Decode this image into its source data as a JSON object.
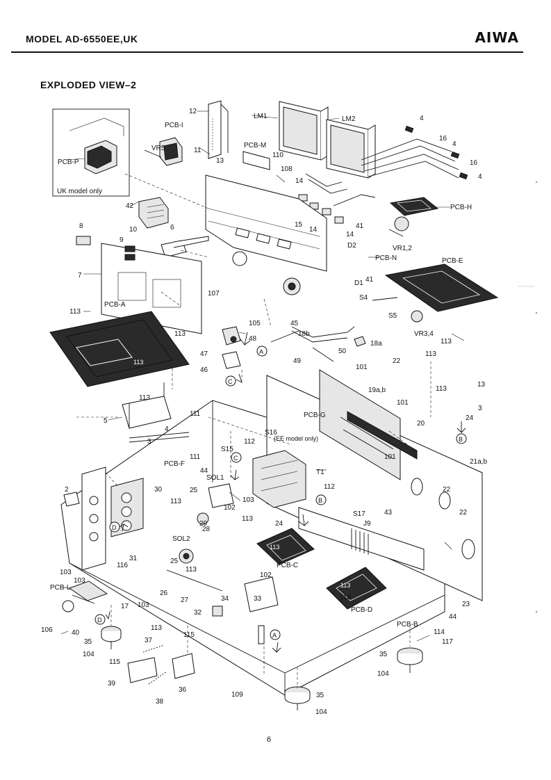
{
  "header": {
    "model": "MODEL AD-6550EE,UK",
    "brand": "AIWA"
  },
  "section_title": "EXPLODED VIEW–2",
  "page_number": "6",
  "inset": {
    "part_label": "PCB-P",
    "caption": "UK model only"
  },
  "labels": {
    "pcb_i": "PCB-I",
    "vr5": "VR5",
    "n12": "12",
    "n11": "11",
    "pcb_m": "PCB-M",
    "n110a": "110",
    "n13a": "13",
    "n108": "108",
    "lm1": "LM1",
    "lm2": "LM2",
    "n4a": "4",
    "n16a": "16",
    "n4b": "4",
    "n16b": "16",
    "n4c": "4",
    "n14a": "14",
    "n14b": "14",
    "n14c": "14",
    "n15": "15",
    "n42": "42",
    "pcb_h": "PCB-H",
    "n8": "8",
    "n10": "10",
    "n9": "9",
    "n6": "6",
    "n41a": "41",
    "d2": "D2",
    "vr12": "VR1,2",
    "pcb_n": "PCB-N",
    "d1": "D1",
    "n41b": "41",
    "pcb_e": "PCB-E",
    "n7": "7",
    "n107": "107",
    "s4": "S4",
    "n113a": "113",
    "pcb_a": "PCB-A",
    "n105": "105",
    "n45": "45",
    "s5": "S5",
    "vr34": "VR3,4",
    "n113b": "113",
    "n113c": "113",
    "n48": "48",
    "n18b": "18b",
    "n18a": "18a",
    "callout_a1": "A",
    "n47": "47",
    "n49": "49",
    "n50": "50",
    "n113d": "113",
    "n46": "46",
    "n101a": "101",
    "n22a": "22",
    "callout_c1": "C",
    "n19ab": "19a,b",
    "n101b": "101",
    "n113e": "113",
    "n13b": "13",
    "n5": "5",
    "n113f": "113",
    "n111a": "111",
    "n4d": "4",
    "s16": "S16",
    "ee_note": "(EE model only)",
    "pcb_g": "PCB-G",
    "n20": "20",
    "n3a": "3",
    "n24a": "24",
    "callout_b1": "B",
    "n3b": "3",
    "n112a": "112",
    "s15": "S15",
    "n111b": "111",
    "n101c": "101",
    "pcb_f": "PCB-F",
    "n44a": "44",
    "callout_c2": "C",
    "t1": "T1",
    "n21ab": "21a,b",
    "sol1": "SOL1",
    "n2": "2",
    "n30": "30",
    "n113g": "113",
    "n25a": "25",
    "n103a": "103",
    "n112b": "112",
    "callout_b2": "B",
    "n22b": "22",
    "n102a": "102",
    "n113h": "113",
    "n22c": "22",
    "s17": "S17",
    "n43": "43",
    "callout_d1": "D",
    "n29": "29",
    "n28": "28",
    "n24b": "24",
    "j9": "J9",
    "sol2": "SOL2",
    "n31": "31",
    "n116": "116",
    "n25b": "25",
    "n113i": "113",
    "n103b": "103",
    "n102b": "102",
    "pcb_c": "PCB-C",
    "n103c": "103",
    "n26": "26",
    "pcb_l": "PCB-L",
    "n27": "27",
    "n34": "34",
    "n33": "33",
    "n113j": "113",
    "n23": "23",
    "n17": "17",
    "n103d": "103",
    "pcb_d": "PCB-D",
    "n44b": "44",
    "callout_d2": "D",
    "n106": "106",
    "n40": "40",
    "n32": "32",
    "pcb_b": "PCB-B",
    "n113k": "113",
    "n114": "114",
    "n117": "117",
    "n35a": "35",
    "n115a": "115",
    "n37": "37",
    "callout_a2": "A",
    "n104a": "104",
    "n115b": "115",
    "n35b": "35",
    "n39": "39",
    "n36": "36",
    "n104b": "104",
    "n38": "38",
    "n109": "109",
    "n35c": "35",
    "n104c": "104",
    "n113_pcb": "113",
    "n113_pcbc": "113",
    "n113_pcbd": "113"
  }
}
